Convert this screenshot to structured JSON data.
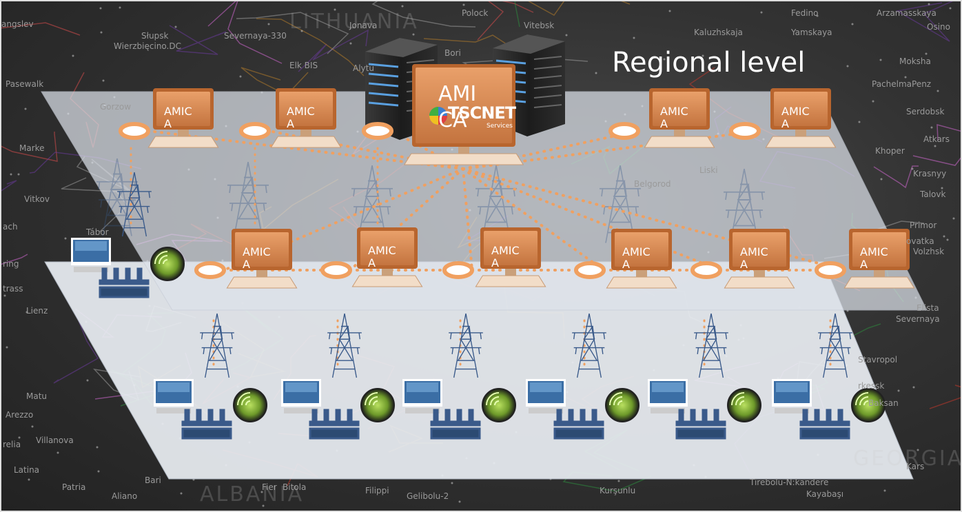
{
  "map_labels": [
    "Słupsk",
    "Wierzbięcino.DC",
    "Severnaya-330",
    "Jonava",
    "Polock",
    "Vitebsk",
    "Fedino",
    "Kaluzhskaja",
    "Yamskaya",
    "Arzamasskaya",
    "Osino",
    "Pasewalk",
    "Elk BIS",
    "Alytu",
    "Bori",
    "Moksha",
    "PachelmaPenz",
    "Gorzow",
    "Marke",
    "Serdobsk",
    "Atkars",
    "Khoper",
    "Krasnyy",
    "Talovk",
    "Primor",
    "ovatka",
    "Volzhsk",
    "Elista",
    "Severnaya",
    "Stavropol",
    "rkessk",
    "Baksan",
    "Kars",
    "Kayabaşı",
    "Tirebolu-N:kandere",
    "Kurşunlu",
    "Gelibolu-2",
    "Aliano",
    "Patria",
    "Bari",
    "Latina",
    "Villanova",
    "Arezzo",
    "relia",
    "Matu",
    "Lienz",
    "trass",
    "ring",
    "ach",
    "Vitkov",
    "Tábor",
    "angslev",
    "Fier",
    "Bitola",
    "Filippi",
    "Liski",
    "Belgorod"
  ],
  "country_labels": [
    "LITHUANIA",
    "ALBANIA",
    "GEORGIA"
  ],
  "regional_label": "Regional level",
  "central": {
    "label_line1": "AMI",
    "label_line2": "CA",
    "logo_text": "TSCNET",
    "logo_sub": "Services"
  },
  "amica_label": {
    "line1": "AMIC",
    "line2": "A"
  },
  "colors": {
    "node_orange": "#f0a060",
    "monitor_orange": "#d9874e",
    "plane_fill": "#e6eaf0",
    "tower": "#3a5a8a"
  }
}
